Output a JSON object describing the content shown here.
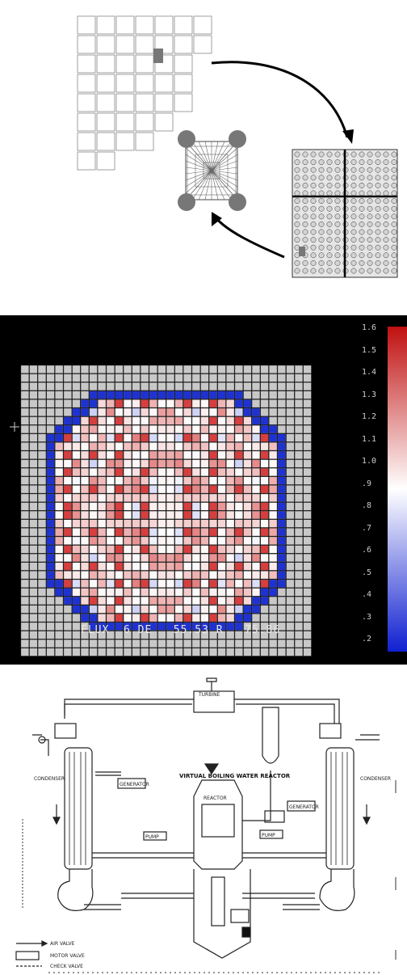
{
  "map": {
    "status_label": "FLUX",
    "status_1": "6 DE",
    "status_2": "55.53 R",
    "status_3": "75.86",
    "scale_ticks": [
      "1.6",
      "1.5",
      "1.4",
      "1.3",
      "1.2",
      "1.1",
      "1.0",
      ".9",
      ".8",
      ".7",
      ".6",
      ".5",
      ".4",
      ".3",
      ".2"
    ],
    "colors": {
      "low": "#1f2fd6",
      "mid": "#ffffff",
      "high": "#d01a1a",
      "empty": "#c8c8c8",
      "background": "#000000"
    }
  },
  "plant": {
    "title": "VIRTUAL BOILING WATER REACTOR",
    "legend": [
      "AIR VALVE",
      "MOTOR VALVE",
      "CHECK VALVE"
    ],
    "components": [
      "GENERATOR",
      "GENERATOR",
      "CONDENSER",
      "CONDENSER",
      "REACTOR",
      "PUMP",
      "PUMP",
      "TURBINE"
    ]
  }
}
